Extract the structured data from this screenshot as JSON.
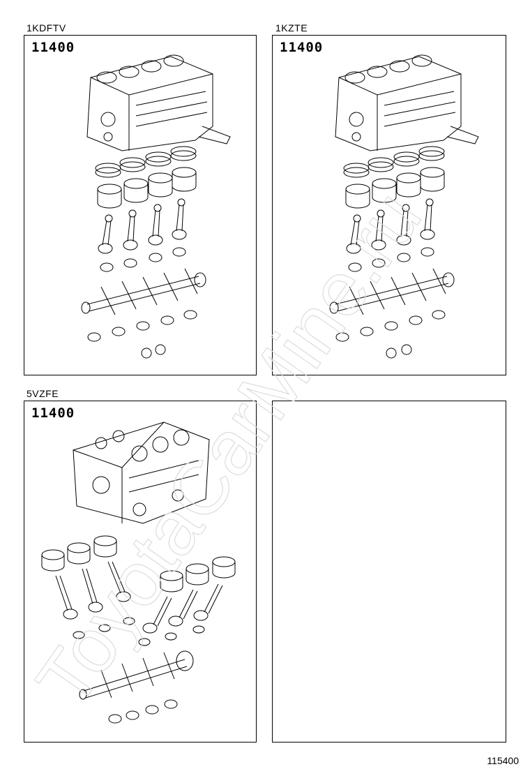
{
  "panels": [
    {
      "model": "1KDFTV",
      "part_number": "11400",
      "layout": "inline4"
    },
    {
      "model": "1KZTE",
      "part_number": "11400",
      "layout": "inline4"
    },
    {
      "model": "5VZFE",
      "part_number": "11400",
      "layout": "v6"
    },
    {
      "model": "",
      "part_number": "",
      "layout": "empty"
    }
  ],
  "footer": {
    "figure_number": "115400"
  },
  "watermark": {
    "text": "ToyotaCarMine.ru"
  }
}
